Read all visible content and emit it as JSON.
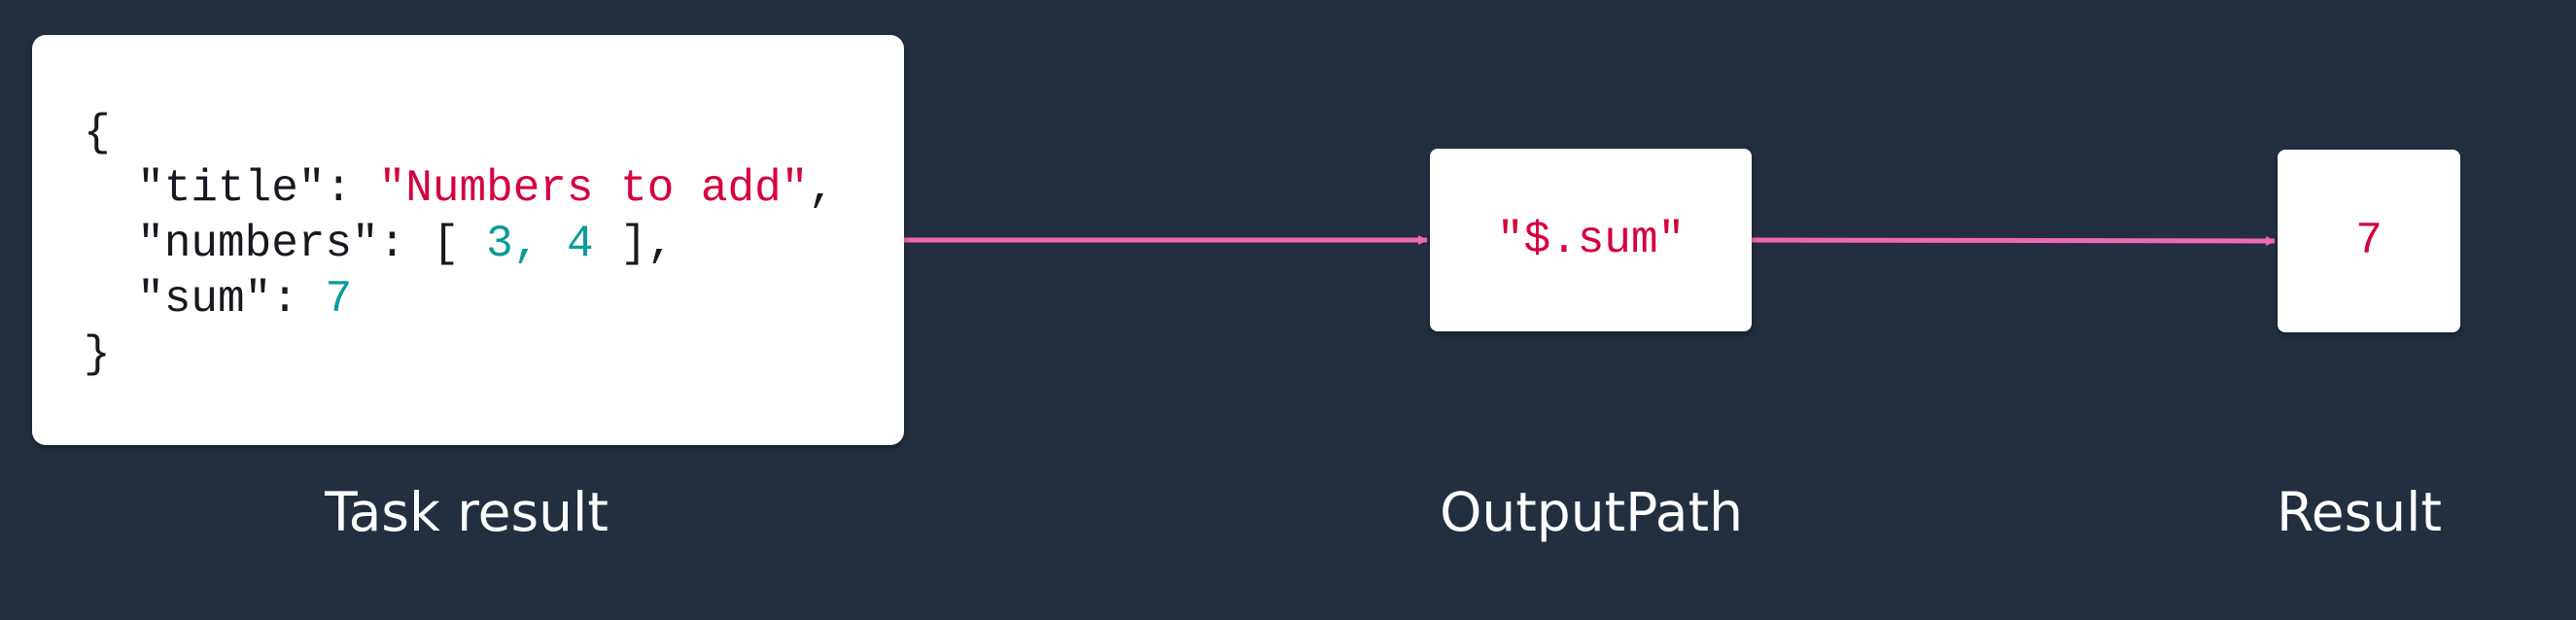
{
  "task_result": {
    "caption": "Task result",
    "json_lines": {
      "open_brace": "{",
      "title_key": "\"title\"",
      "title_value": "\"Numbers to add\"",
      "numbers_key": "\"numbers\"",
      "numbers_open": "[",
      "number_1": "3",
      "number_2": "4",
      "numbers_close": "]",
      "sum_key": "\"sum\"",
      "sum_value": "7",
      "close_brace": "}"
    }
  },
  "output_path": {
    "caption": "OutputPath",
    "expression": "\"$.sum\""
  },
  "result": {
    "caption": "Result",
    "value": "7"
  },
  "colors": {
    "background": "#232f3e",
    "arrow": "#f069b4",
    "string": "#d6003c",
    "number": "#0b9a9a"
  }
}
